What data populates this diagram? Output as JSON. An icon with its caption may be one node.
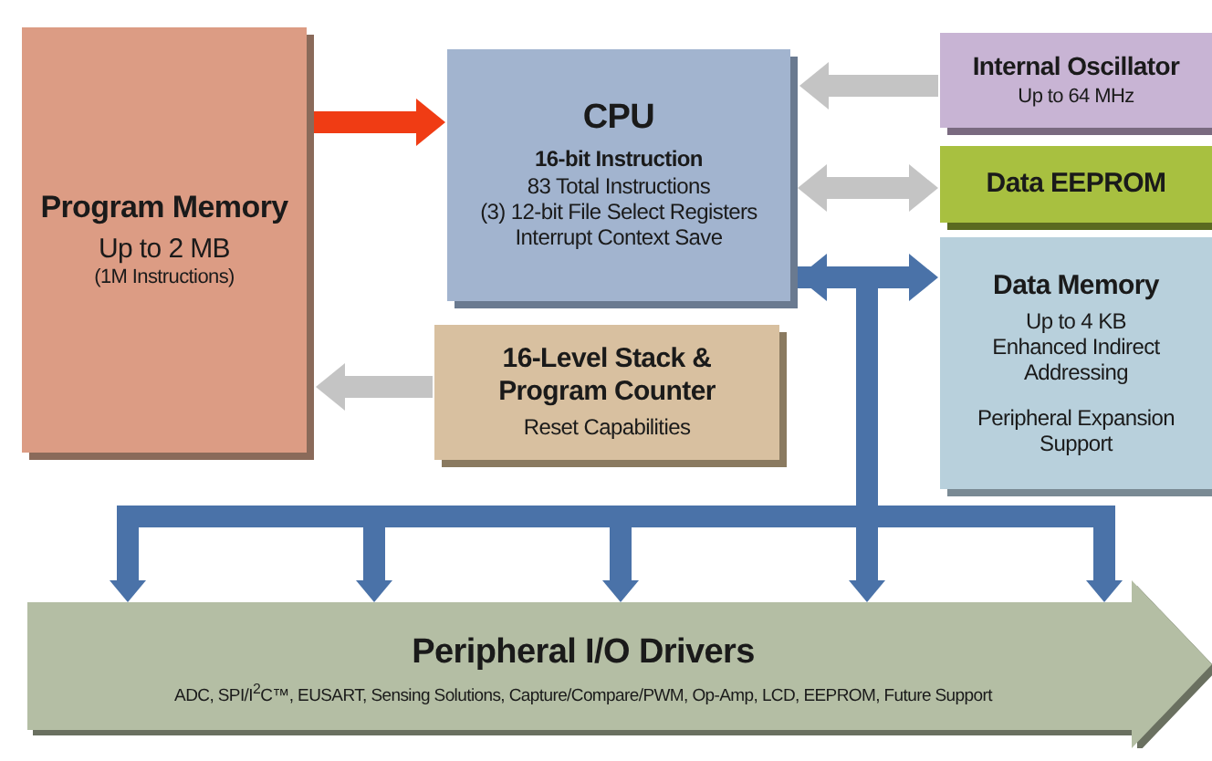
{
  "diagram": {
    "nodes": [
      {
        "text": [
          "Program Memory",
          "Up to 2 MB",
          "(1M Instructions)"
        ]
      },
      {
        "text": [
          "CPU",
          "16-bit Instruction",
          "83 Total Instructions",
          "(3) 12-bit File Select Registers",
          "Interrupt Context Save"
        ]
      },
      {
        "text": [
          "Internal Oscillator",
          "Up to 64 MHz"
        ]
      },
      {
        "text": [
          "Data EEPROM"
        ]
      },
      {
        "text": [
          "16-Level Stack & Program Counter",
          "Reset Capabilities"
        ]
      },
      {
        "text": [
          "Data Memory",
          "Up to 4 KB",
          "Enhanced Indirect Addressing",
          "Peripheral Expansion Support"
        ]
      },
      {
        "text": [
          "Peripheral I/O Drivers",
          "ADC, SPI/I$^{2}$C™, EUSART, Sensing Solutions, Capture/Compare/PWM, Op-Amp, LCD, EEPROM, Future Support"
        ]
      }
    ],
    "edges": [
      {
        "from": 0,
        "to": 1,
        "arrow": "to",
        "color": "#f03c14"
      },
      {
        "from": 2,
        "to": 1,
        "arrow": "to"
      },
      {
        "from": 1,
        "to": 3,
        "arrow": "both"
      },
      {
        "from": 4,
        "to": 0,
        "arrow": "to"
      },
      {
        "from": 1,
        "to": 5,
        "arrow": "both",
        "color": "#4a72a8"
      },
      {
        "from": 1,
        "to": 6,
        "arrow": "to",
        "color": "#4a72a8"
      }
    ]
  }
}
